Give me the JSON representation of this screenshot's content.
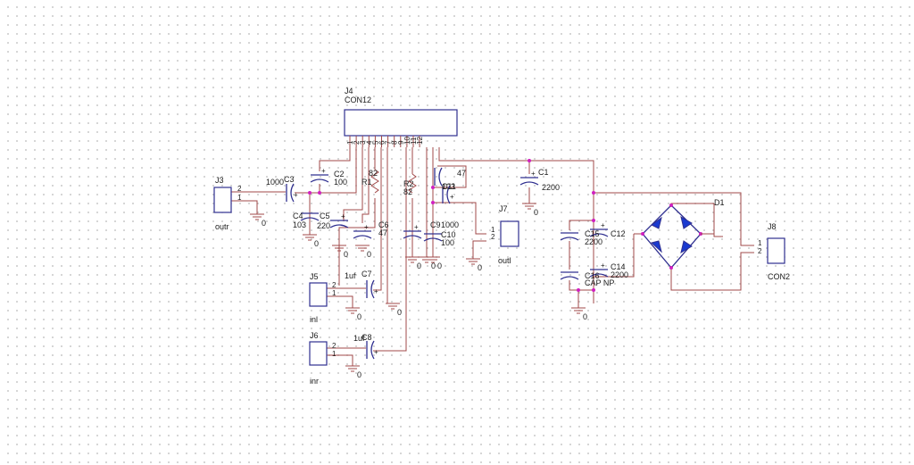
{
  "schematic": {
    "connectors": [
      {
        "ref": "J4",
        "value": "CON12",
        "pins": [
          "1",
          "2",
          "3",
          "4",
          "5",
          "6",
          "7",
          "8",
          "9",
          "10",
          "11",
          "12"
        ]
      },
      {
        "ref": "J3",
        "value": "outr",
        "pins": [
          "2",
          "1"
        ]
      },
      {
        "ref": "J5",
        "value": "inl",
        "pins": [
          "2",
          "1"
        ]
      },
      {
        "ref": "J6",
        "value": "inr",
        "pins": [
          "2",
          "1"
        ]
      },
      {
        "ref": "J7",
        "value": "outl",
        "pins": [
          "1",
          "2"
        ]
      },
      {
        "ref": "J8",
        "value": "CON2",
        "pins": [
          "1",
          "2"
        ]
      }
    ],
    "capacitors": [
      {
        "ref": "C1",
        "value": "2200"
      },
      {
        "ref": "C2",
        "value": "100"
      },
      {
        "ref": "C3",
        "value": "1000"
      },
      {
        "ref": "C4",
        "value": "103"
      },
      {
        "ref": "C5",
        "value": "220"
      },
      {
        "ref": "C6",
        "value": "47"
      },
      {
        "ref": "C7",
        "value": "1uf"
      },
      {
        "ref": "C8",
        "value": "1uf"
      },
      {
        "ref": "C9",
        "value": "1000"
      },
      {
        "ref": "C9b",
        "value": "47"
      },
      {
        "ref": "C10",
        "value": "100"
      },
      {
        "ref": "C11",
        "value": "103"
      },
      {
        "ref": "C12",
        "value": "C12"
      },
      {
        "ref": "C14",
        "value": "2200"
      },
      {
        "ref": "C15",
        "value": "2200"
      },
      {
        "ref": "C16",
        "value": "CAP NP"
      },
      {
        "ref": "C17",
        "value": "CAP NP"
      }
    ],
    "resistors": [
      {
        "ref": "R1",
        "value": "82"
      },
      {
        "ref": "R2",
        "value": "82"
      }
    ],
    "diodes": [
      {
        "ref": "D1",
        "value": "D1"
      }
    ],
    "ground_label": "0"
  }
}
